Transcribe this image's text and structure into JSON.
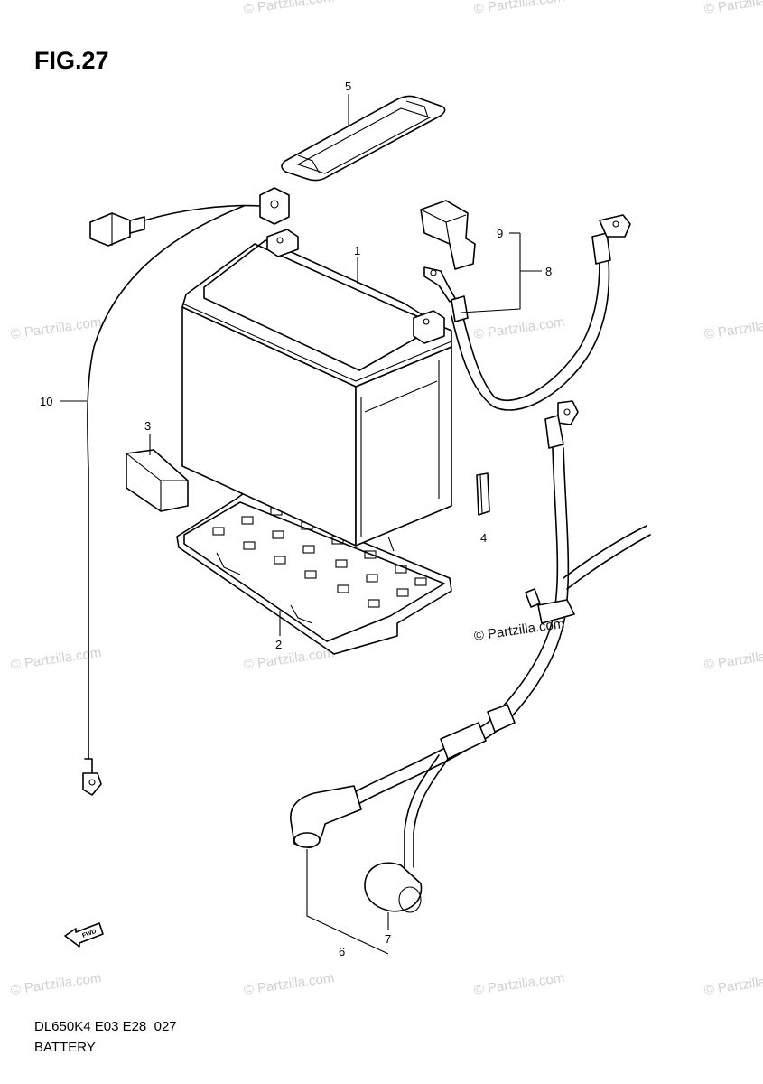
{
  "figure": {
    "title": "FIG.27"
  },
  "footer": {
    "code": "DL650K4 E03 E28_027",
    "name": "BATTERY"
  },
  "watermark": {
    "text": "© Partzilla.com",
    "main_text": "© Partzilla.com"
  },
  "fwd_label": "FWD",
  "callouts": {
    "c1": "1",
    "c2": "2",
    "c3": "3",
    "c4": "4",
    "c5": "5",
    "c6": "6",
    "c7": "7",
    "c8": "8",
    "c9": "9",
    "c10": "10"
  },
  "colors": {
    "line": "#000000",
    "background": "#ffffff",
    "watermark": "#d0d0d0"
  }
}
